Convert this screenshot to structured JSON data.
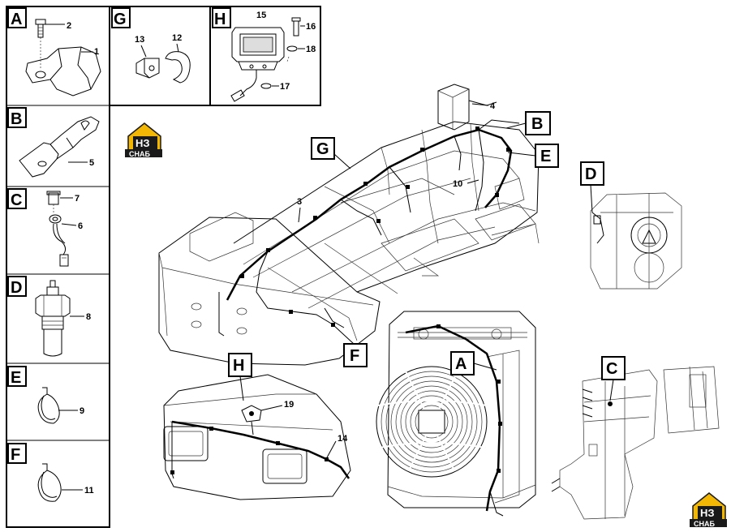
{
  "legend": {
    "panels": [
      {
        "letter": "A",
        "parts": [
          "1",
          "2"
        ]
      },
      {
        "letter": "B",
        "parts": [
          "5"
        ]
      },
      {
        "letter": "C",
        "parts": [
          "6",
          "7"
        ]
      },
      {
        "letter": "D",
        "parts": [
          "8"
        ]
      },
      {
        "letter": "E",
        "parts": [
          "9"
        ]
      },
      {
        "letter": "F",
        "parts": [
          "11"
        ]
      },
      {
        "letter": "G",
        "parts": [
          "12",
          "13"
        ]
      },
      {
        "letter": "H",
        "parts": [
          "15",
          "16",
          "17",
          "18"
        ]
      }
    ]
  },
  "callouts": {
    "a": "A",
    "b": "B",
    "c": "C",
    "d": "D",
    "e": "E",
    "f": "F",
    "g": "G",
    "h": "H"
  },
  "parts": {
    "p3": "3",
    "p4": "4",
    "p10": "10",
    "p14": "14",
    "p19": "19"
  },
  "logo": {
    "text_top": "НЗ",
    "text_bottom": "СНАБ",
    "colors": {
      "yellow": "#f2b705",
      "dark": "#1a1a1a"
    }
  }
}
